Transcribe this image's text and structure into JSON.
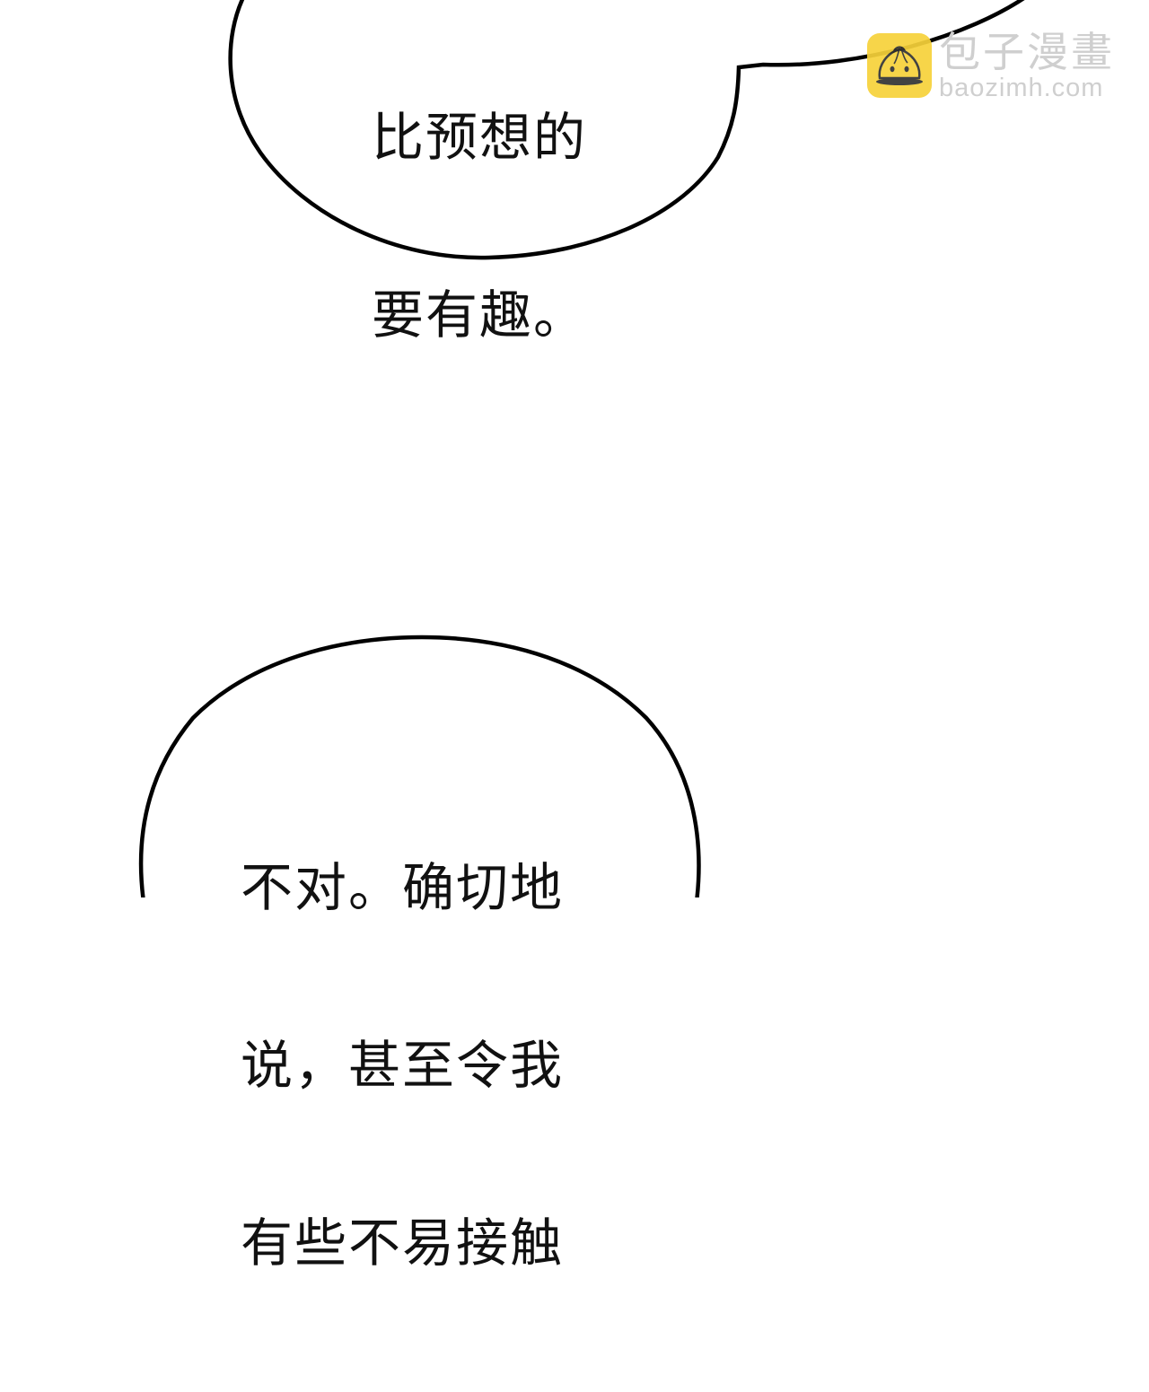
{
  "comic_panel": {
    "top_bubble": {
      "lines": [
        "比预想的",
        "要有趣。"
      ]
    },
    "bottom_bubble": {
      "lines": [
        "不对。确切地",
        "说，甚至令我",
        "有些不易接触"
      ]
    },
    "watermark": {
      "icon": "steamed-bun-logo-icon",
      "title": "包子漫畫",
      "url": "baozimh.com",
      "logo_color": "#f7d23a",
      "text_color": "#cfcfcf"
    },
    "colors": {
      "background": "#ffffff",
      "bubble_stroke": "#000000",
      "text": "#111111"
    }
  }
}
